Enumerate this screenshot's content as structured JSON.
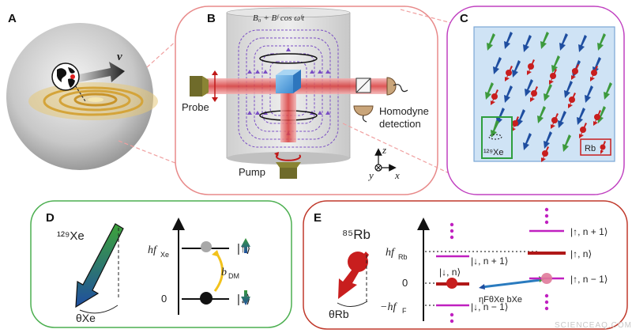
{
  "panels": {
    "a": {
      "label": "A",
      "velocity_label": "v"
    },
    "b": {
      "label": "B",
      "field_label": "B₀ + Bᶠ cos ωᶠt",
      "probe_label": "Probe",
      "pump_label": "Pump",
      "homodyne_label_1": "Homodyne",
      "homodyne_label_2": "detection",
      "axis_z": "z",
      "axis_y": "y",
      "axis_x": "x"
    },
    "c": {
      "label": "C",
      "xe_label": "¹²⁹Xe",
      "rb_label": "Rb"
    },
    "d": {
      "label": "D",
      "species_label": "¹²⁹Xe",
      "angle_label": "θXe",
      "level_high": "hf",
      "level_high_sub": "Xe",
      "level_zero": "0",
      "coupling_label": "b",
      "coupling_sub": "DM",
      "ket_up": "|↑⟩",
      "ket_down": "|↓⟩"
    },
    "e": {
      "label": "E",
      "species_label": "⁸⁵Rb",
      "angle_label": "θRb",
      "level_high": "hf",
      "level_high_sub": "Rb",
      "level_zero": "0",
      "level_low": "−hf",
      "level_low_sub": "F",
      "ket_down_n1": "|↓, n + 1⟩",
      "ket_down_n": "|↓, n⟩",
      "ket_down_nm1": "|↓, n − 1⟩",
      "ket_up_n1": "|↑, n + 1⟩",
      "ket_up_n": "|↑, n⟩",
      "ket_up_nm1": "|↑, n − 1⟩",
      "coupling_label": "ηFθXe bXe"
    }
  },
  "watermark": "SCIENCEAQ.COM",
  "colors": {
    "panel_b_border": "#e88a8a",
    "panel_c_border": "#c040c0",
    "panel_d_border": "#4caf50",
    "panel_e_border": "#c0392b",
    "xe_green": "#3d9a3d",
    "xe_blue": "#1f4ea0",
    "rb_red": "#c81e1e",
    "laser_red": "#e04848",
    "magenta": "#c020c0",
    "yellow": "#f2c21c"
  }
}
